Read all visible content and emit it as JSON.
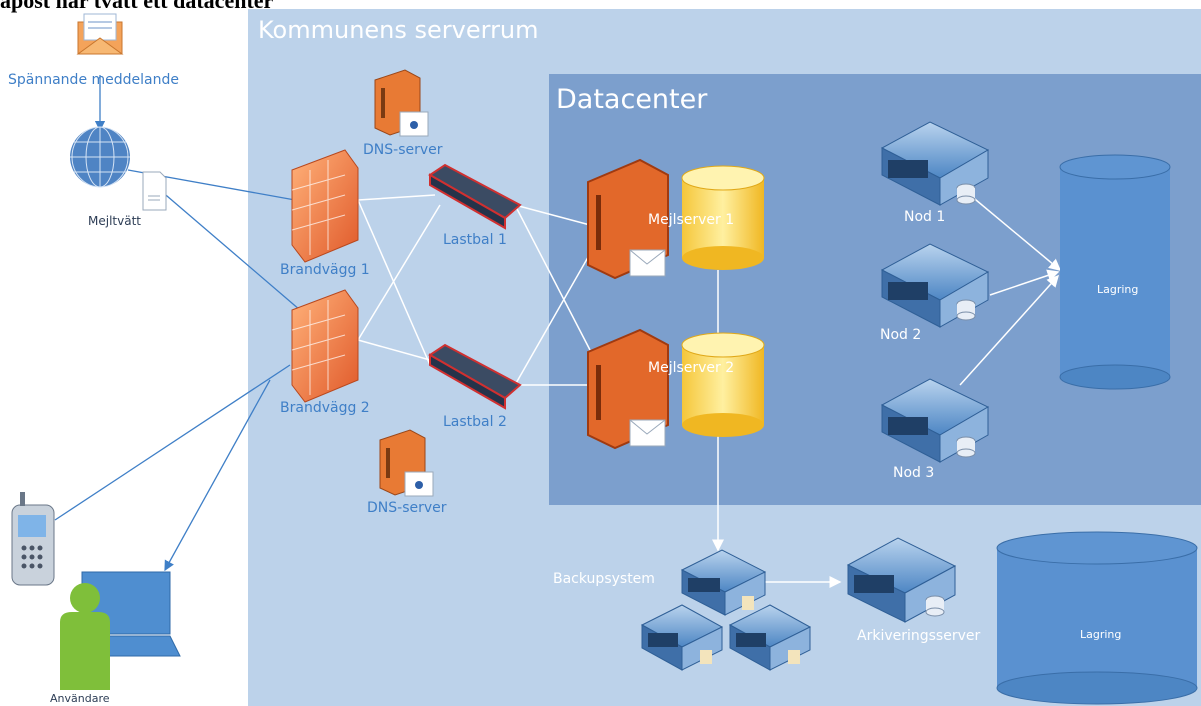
{
  "heading": "apost har tvatt ett datacenter",
  "room_title": "Kommunens serverrum",
  "datacenter_title": "Datacenter",
  "labels": {
    "message": "Spännande meddelande",
    "mail_wash": "Mejltvätt",
    "firewall1": "Brandvägg 1",
    "firewall2": "Brandvägg 2",
    "dns_top": "DNS-server",
    "dns_bottom": "DNS-server",
    "lb1": "Lastbal 1",
    "lb2": "Lastbal 2",
    "mail1": "Mejlserver 1",
    "mail2": "Mejlserver 2",
    "node1": "Nod 1",
    "node2": "Nod 2",
    "node3": "Nod 3",
    "storage_top": "Lagring",
    "storage_bottom": "Lagring",
    "backup": "Backupsystem",
    "archive": "Arkiveringsserver",
    "user": "Användare"
  }
}
